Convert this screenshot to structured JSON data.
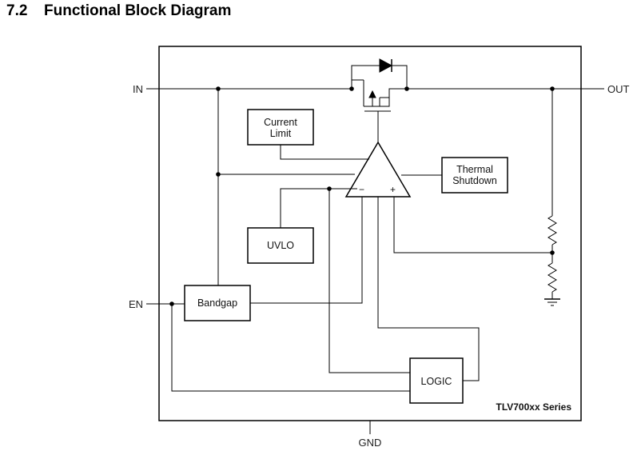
{
  "section": {
    "number": "7.2",
    "title": "Functional Block Diagram"
  },
  "pins": {
    "in": "IN",
    "out": "OUT",
    "en": "EN",
    "gnd": "GND"
  },
  "blocks": {
    "current_limit": [
      "Current",
      "Limit"
    ],
    "thermal_shutdown": [
      "Thermal",
      "Shutdown"
    ],
    "uvlo": "UVLO",
    "bandgap": "Bandgap",
    "logic": "LOGIC"
  },
  "amplifier": {
    "inverting": "−",
    "noninverting": "+"
  },
  "series_label": "TLV700xx Series"
}
